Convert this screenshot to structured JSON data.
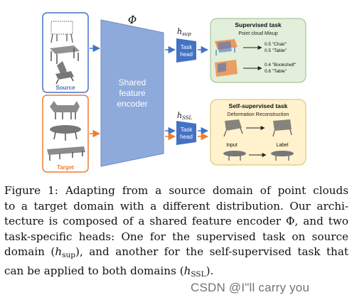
{
  "figure": {
    "encoder_symbol": "Φ",
    "encoder_label": [
      "Shared",
      "feature",
      "encoder"
    ],
    "source_label": "Source",
    "target_label": "Target",
    "head_sup_symbol": "h",
    "head_sup_sub": "sup",
    "head_ssl_symbol": "h",
    "head_ssl_sub": "SSL",
    "task_head_label": [
      "Task",
      "head"
    ],
    "supervised_panel": {
      "title": "Supervised task",
      "subtitle": "Point cloud Mixup",
      "mix1": [
        "0.5 \"Chair\"",
        "0.5 \"Table\""
      ],
      "mix2": [
        "0.4 \"Bookshelf\"",
        "0.6 \"Table\""
      ]
    },
    "ssl_panel": {
      "title": "Self-supervised task",
      "subtitle": "Deformation Reconstruction",
      "input_label": "Input",
      "output_label": "Label"
    },
    "colors": {
      "source": "#4472c4",
      "target": "#ed7d31",
      "encoder": "#8eaadb",
      "sup_panel": "#e2efda",
      "ssl_panel": "#fff2cc"
    }
  },
  "caption": {
    "figure_label": "Figure 1:",
    "lines": [
      " Adapting from a source domain of point clouds",
      "to a target domain with a different distribution.  Our archi-",
      "tecture is composed of a shared feature encoder Φ, and two",
      "task-specific heads: One for the supervised task on source",
      "domain (",
      "), and another for the self-supervised task that",
      "can be applied to both domains ("
    ],
    "h": "h",
    "sub_sup": "sup",
    "sub_ssl": "SSL",
    "close": ")."
  },
  "watermark": "CSDN @I\"ll  carry  you"
}
